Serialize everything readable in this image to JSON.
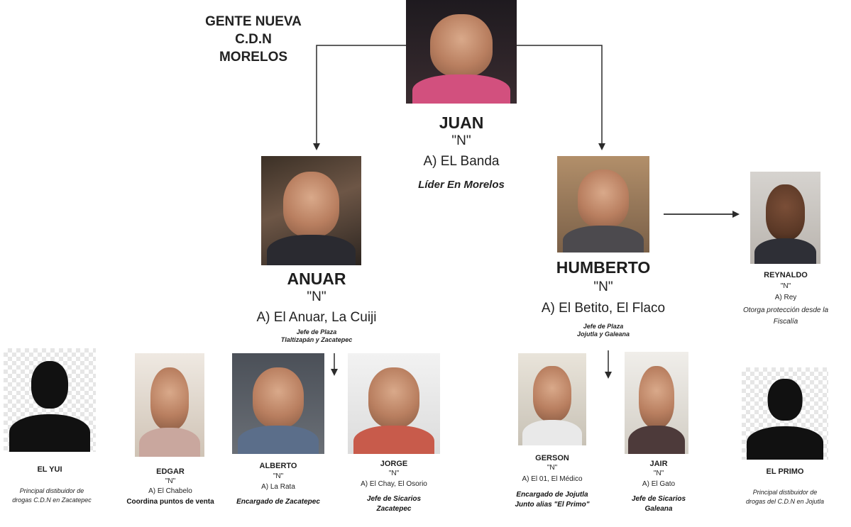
{
  "title": {
    "line1": "GENTE NUEVA",
    "line2": "C.D.N",
    "line3": "MORELOS"
  },
  "juan": {
    "name": "JUAN",
    "n": "\"N\"",
    "alias": "A) EL Banda",
    "role": "Líder En Morelos"
  },
  "anuar": {
    "name": "ANUAR",
    "n": "\"N\"",
    "alias": "A) El Anuar, La Cuiji",
    "role_line1": "Jefe de Plaza",
    "role_line2": "Tlaltizapán y Zacatepec"
  },
  "humberto": {
    "name": "HUMBERTO",
    "n": "\"N\"",
    "alias": "A) El Betito, El Flaco",
    "role_line1": "Jefe de Plaza",
    "role_line2": "Jojutla y Galeana"
  },
  "reynaldo": {
    "name": "REYNALDO",
    "n": "\"N\"",
    "alias": "A) Rey",
    "role_line1": "Otorga protección desde la",
    "role_line2": "Fiscalía"
  },
  "el_yui": {
    "name": "EL YUI",
    "role_line1": "Principal distibuidor de",
    "role_line2": "drogas C.D.N en Zacatepec"
  },
  "edgar": {
    "name": "EDGAR",
    "n": "\"N\"",
    "alias": "A) El Chabelo",
    "role": "Coordina puntos de venta"
  },
  "alberto": {
    "name": "ALBERTO",
    "n": "\"N\"",
    "alias": "A) La Rata",
    "role": "Encargado de Zacatepec"
  },
  "jorge": {
    "name": "JORGE",
    "n": "\"N\"",
    "alias": "A) El Chay, El Osorio",
    "role_line1": "Jefe de Sicarios",
    "role_line2": "Zacatepec"
  },
  "gerson": {
    "name": "GERSON",
    "n": "\"N\"",
    "alias": "A) El 01, El Médico",
    "role_line1": "Encargado de Jojutla",
    "role_line2": "Junto alias \"El Primo\""
  },
  "jair": {
    "name": "JAIR",
    "n": "\"N\"",
    "alias": "A) El Gato",
    "role_line1": "Jefe de Sicarios",
    "role_line2": "Galeana"
  },
  "el_primo": {
    "name": "EL PRIMO",
    "role_line1": "Principal distibuidor de",
    "role_line2": "drogas del C.D.N en Jojutla"
  },
  "colors": {
    "line": "#2b2b2b",
    "juan_shirt": "#d2507e",
    "text": "#1e1e1e"
  }
}
